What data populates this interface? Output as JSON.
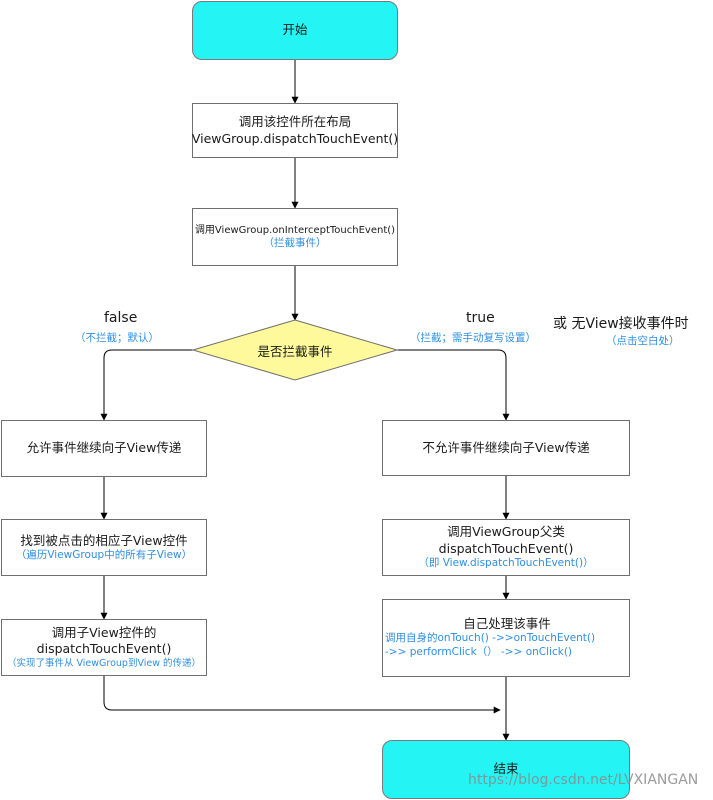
{
  "nodes": {
    "start": {
      "label": "开始"
    },
    "call_dispatch": {
      "line1": "调用该控件所在布局",
      "line2": "ViewGroup.dispatchTouchEvent()"
    },
    "call_intercept": {
      "line1": "调用ViewGroup.onInterceptTouchEvent()",
      "note": "（拦截事件）"
    },
    "decision": {
      "label": "是否拦截事件"
    },
    "allow": {
      "label": "允许事件继续向子View传递"
    },
    "find_child": {
      "line1": "找到被点击的相应子View控件",
      "note": "（遍历ViewGroup中的所有子View）"
    },
    "call_child": {
      "line1": "调用子View控件的",
      "line2": "dispatchTouchEvent()",
      "note": "（实现了事件从 ViewGroup到View 的传递）"
    },
    "deny": {
      "label": "不允许事件继续向子View传递"
    },
    "call_super": {
      "line1": "调用ViewGroup父类dispatchTouchEvent()",
      "note": "（即 View.dispatchTouchEvent()）"
    },
    "self_handle": {
      "line1": "自己处理该事件",
      "note1": "调用自身的onTouch() ->>onTouchEvent()",
      "note2": "->> performClick（）  ->> onClick()"
    },
    "end": {
      "label": "结束"
    }
  },
  "branches": {
    "false_label": "false",
    "false_note": "（不拦截；默认）",
    "true_label": "true",
    "true_note": "（拦截；需手动复写设置）",
    "or_label": "或   无View接收事件时",
    "or_note": "（点击空白处）"
  },
  "watermark": "https://blog.csdn.net/LVXIANGAN",
  "colors": {
    "terminal": "#25f4f5",
    "decision": "#fef99a",
    "note": "#2f8ee3",
    "edge": "#000000"
  }
}
